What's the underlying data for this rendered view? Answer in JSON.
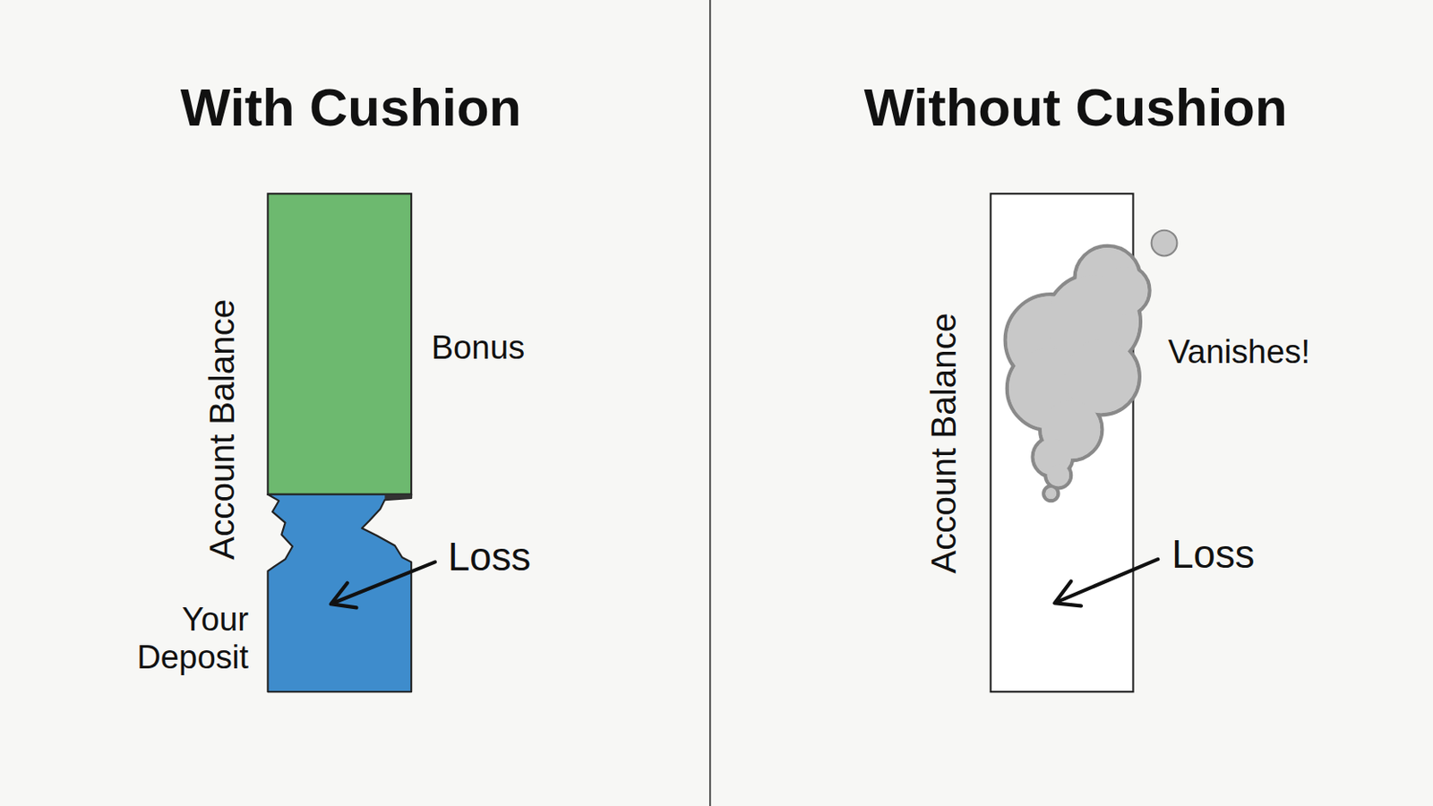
{
  "diagram": {
    "labels": [
      "With Cushion",
      "Without Cushion",
      "Account Balance",
      "Bonus",
      "Loss",
      "Your Deposit",
      "Account Balance",
      "Vanishes!",
      "Loss"
    ]
  }
}
